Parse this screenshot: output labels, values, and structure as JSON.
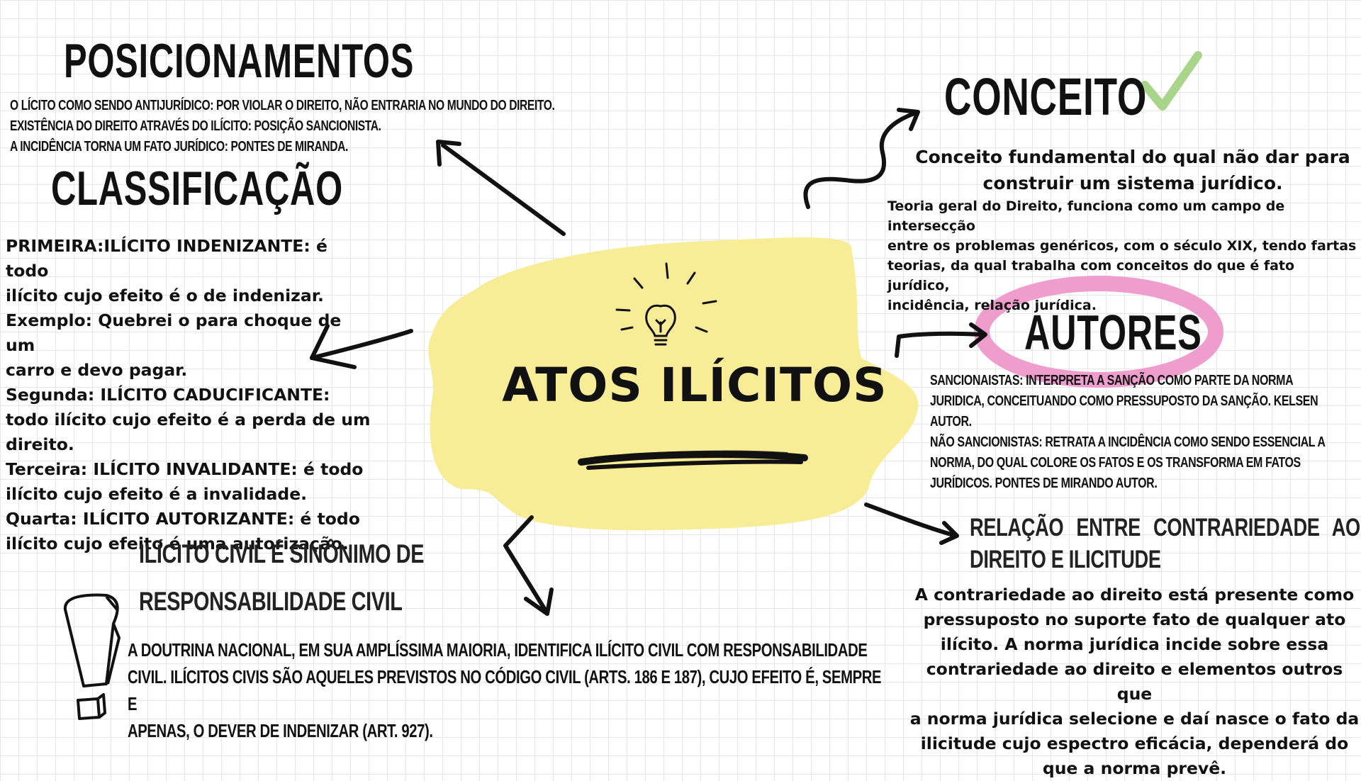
{
  "center": {
    "title": "ATOS ILÍCITOS"
  },
  "posicionamentos": {
    "title": "POSICIONAMENTOS",
    "lines": [
      "O LÍCITO COMO SENDO ANTIJURÍDICO: POR VIOLAR O DIREITO, NÃO ENTRARIA NO MUNDO DO DIREITO.",
      "EXISTÊNCIA DO DIREITO ATRAVÉS DO ILÍCITO: POSIÇÃO SANCIONISTA.",
      "A INCIDÊNCIA TORNA UM FATO JURÍDICO: PONTES DE MIRANDA."
    ]
  },
  "classificacao": {
    "title": "CLASSIFICAÇÃO",
    "lines": [
      "PRIMEIRA:ILÍCITO INDENIZANTE: é todo",
      "ilícito cujo efeito é o de indenizar.",
      "Exemplo: Quebrei o para choque de um",
      "carro e devo pagar.",
      "Segunda: ILÍCITO CADUCIFICANTE:",
      "todo ilícito cujo efeito é a perda de um",
      "direito.",
      "Terceira: ILÍCITO INVALIDANTE: é todo",
      "ilícito cujo efeito é a invalidade.",
      "Quarta: ILÍCITO AUTORIZANTE: é todo",
      "ilícito cujo efeito é uma autorização."
    ]
  },
  "conceito": {
    "title": "CONCEITO",
    "headline_lines": [
      "Conceito fundamental do qual não dar para",
      "construir um sistema jurídico."
    ],
    "body_lines": [
      "Teoria geral do Direito, funciona como um campo de intersecção",
      "entre os problemas genéricos, com o século XIX, tendo fartas",
      "teorias, da qual trabalha com conceitos do que é fato jurídico,",
      "incidência, relação jurídica."
    ]
  },
  "autores": {
    "title": "AUTORES",
    "lines": [
      "SANCIONAISTAS:  INTERPRETA A SANÇÃO COMO PARTE DA NORMA",
      "JURIDICA, CONCEITUANDO COMO PRESSUPOSTO DA SANÇÃO. KELSEN",
      "AUTOR.",
      "NÃO SANCIONISTAS: RETRATA A INCIDÊNCIA COMO SENDO ESSENCIAL A",
      "NORMA, DO QUAL COLORE OS FATOS E OS TRANSFORMA EM FATOS",
      "JURÍDICOS. PONTES DE MIRANDO AUTOR."
    ]
  },
  "relacao": {
    "title_lines": [
      "RELAÇÃO ENTRE CONTRARIEDADE AO",
      "DIREITO E ILICITUDE"
    ],
    "body_lines": [
      "A contrariedade ao direito está presente como",
      "pressuposto no suporte fato de qualquer ato",
      "ilícito. A norma jurídica incide sobre essa",
      "contrariedade ao direito e elementos outros que",
      "a norma jurídica selecione e daí nasce o fato da",
      "ilicitude cujo espectro eficácia, dependerá do",
      "que a norma prevê."
    ]
  },
  "ilicito_civil": {
    "title_lines": [
      "ILÍCITO CIVIL É SINÔNIMO DE",
      "RESPONSABILIDADE CIVIL"
    ],
    "body_lines": [
      "A DOUTRINA NACIONAL, EM SUA AMPLÍSSIMA MAIORIA, IDENTIFICA ILÍCITO CIVIL COM RESPONSABILIDADE",
      "CIVIL. ILÍCITOS CIVIS SÃO AQUELES PREVISTOS NO CÓDIGO CIVIL (ARTS. 186 E 187), CUJO EFEITO É, SEMPRE E",
      "APENAS, O DEVER DE INDENIZAR (ART. 927)."
    ]
  },
  "colors": {
    "yellow_blob": "#f9ec96",
    "pink_ellipse": "#ef9dcc",
    "check": "#a8d58a",
    "ink": "#111111"
  },
  "icons": [
    "lightbulb-icon",
    "checkmark-icon",
    "exclamation-icon"
  ]
}
